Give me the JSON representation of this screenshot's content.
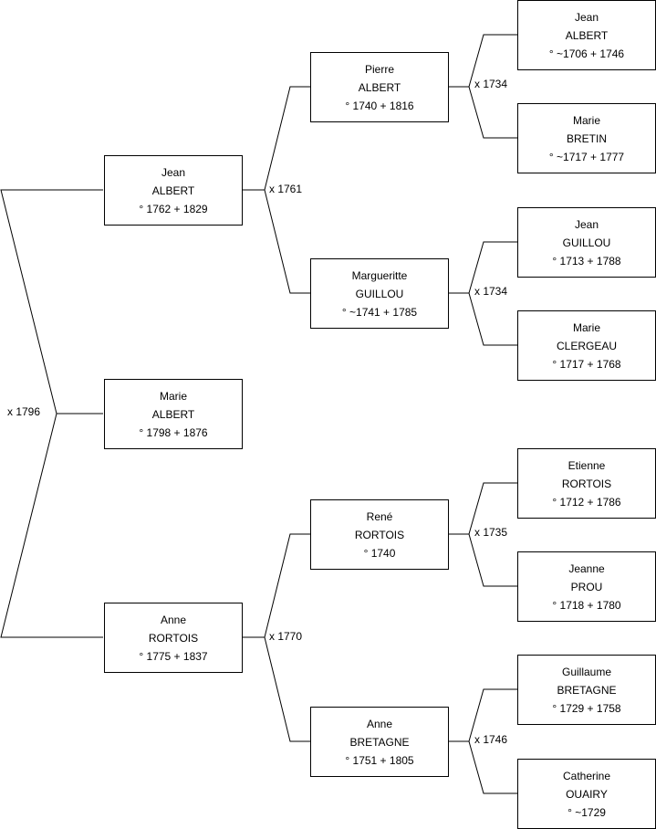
{
  "tree": {
    "colors": {
      "line": "#000000",
      "box_border": "#000000",
      "background": "#ffffff"
    },
    "persons": {
      "p_jean_albert_1762": {
        "first": "Jean",
        "last": "ALBERT",
        "dates": "° 1762 + 1829"
      },
      "p_marie_albert": {
        "first": "Marie",
        "last": "ALBERT",
        "dates": "° 1798 + 1876"
      },
      "p_anne_rortois": {
        "first": "Anne",
        "last": "RORTOIS",
        "dates": "° 1775 + 1837"
      },
      "p_pierre_albert": {
        "first": "Pierre",
        "last": "ALBERT",
        "dates": "° 1740 + 1816"
      },
      "p_margueritte_guillou": {
        "first": "Margueritte",
        "last": "GUILLOU",
        "dates": "° ~1741 + 1785"
      },
      "p_rene_rortois": {
        "first": "René",
        "last": "RORTOIS",
        "dates": "° 1740"
      },
      "p_anne_bretagne": {
        "first": "Anne",
        "last": "BRETAGNE",
        "dates": "° 1751 + 1805"
      },
      "p_jean_albert_1706": {
        "first": "Jean",
        "last": "ALBERT",
        "dates": "° ~1706 + 1746"
      },
      "p_marie_bretin": {
        "first": "Marie",
        "last": "BRETIN",
        "dates": "° ~1717 + 1777"
      },
      "p_jean_guillou": {
        "first": "Jean",
        "last": "GUILLOU",
        "dates": "° 1713 + 1788"
      },
      "p_marie_clergeau": {
        "first": "Marie",
        "last": "CLERGEAU",
        "dates": "° 1717 + 1768"
      },
      "p_etienne_rortois": {
        "first": "Etienne",
        "last": "RORTOIS",
        "dates": "° 1712 + 1786"
      },
      "p_jeanne_prou": {
        "first": "Jeanne",
        "last": "PROU",
        "dates": "° 1718 + 1780"
      },
      "p_guillaume_bretagne": {
        "first": "Guillaume",
        "last": "BRETAGNE",
        "dates": "° 1729 + 1758"
      },
      "p_catherine_ouairy": {
        "first": "Catherine",
        "last": "OUAIRY",
        "dates": "° ~1729"
      }
    },
    "marriages": {
      "m_parents": "x 1796",
      "m_albert": "x 1761",
      "m_rortois": "x 1770",
      "m_albert_sr": "x 1734",
      "m_guillou": "x 1734",
      "m_rortois_sr": "x 1735",
      "m_bretagne": "x 1746"
    }
  }
}
